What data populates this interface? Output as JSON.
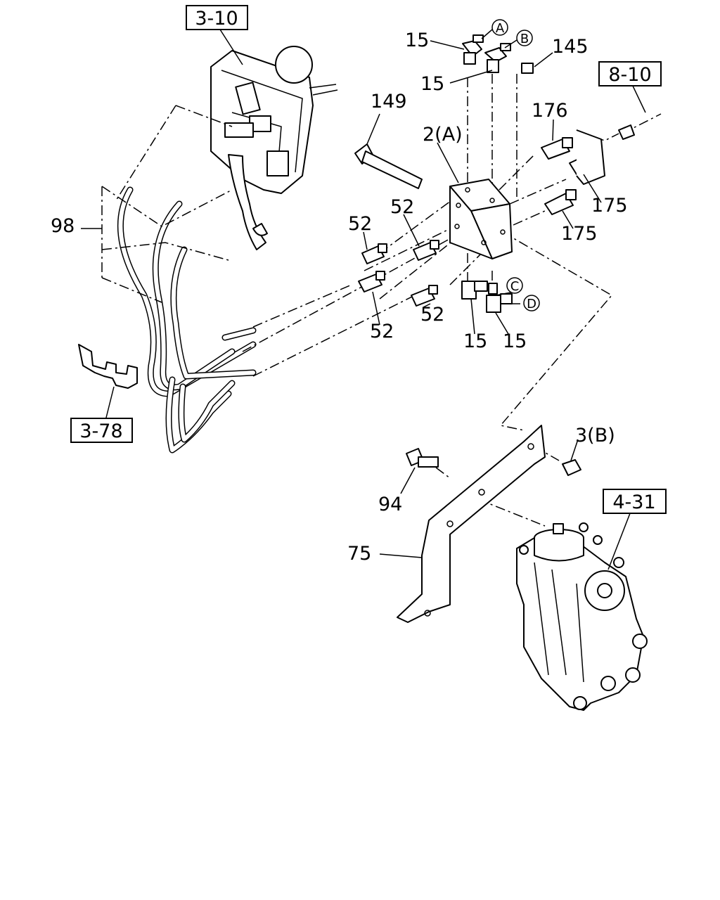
{
  "references": {
    "ref_3_10": "3-10",
    "ref_8_10": "8-10",
    "ref_3_78": "3-78",
    "ref_4_31": "4-31"
  },
  "callouts": {
    "c15_a": "15",
    "c15_b": "15",
    "c145": "145",
    "c149": "149",
    "c2a": "2(A)",
    "c176": "176",
    "c175_a": "175",
    "c175_b": "175",
    "c98": "98",
    "c52_a": "52",
    "c52_b": "52",
    "c52_c": "52",
    "c52_d": "52",
    "c15_c": "15",
    "c15_d": "15",
    "c3b": "3(B)",
    "c94": "94",
    "c75": "75"
  },
  "circled": {
    "a": "A",
    "b": "B",
    "c": "C",
    "d": "D"
  }
}
